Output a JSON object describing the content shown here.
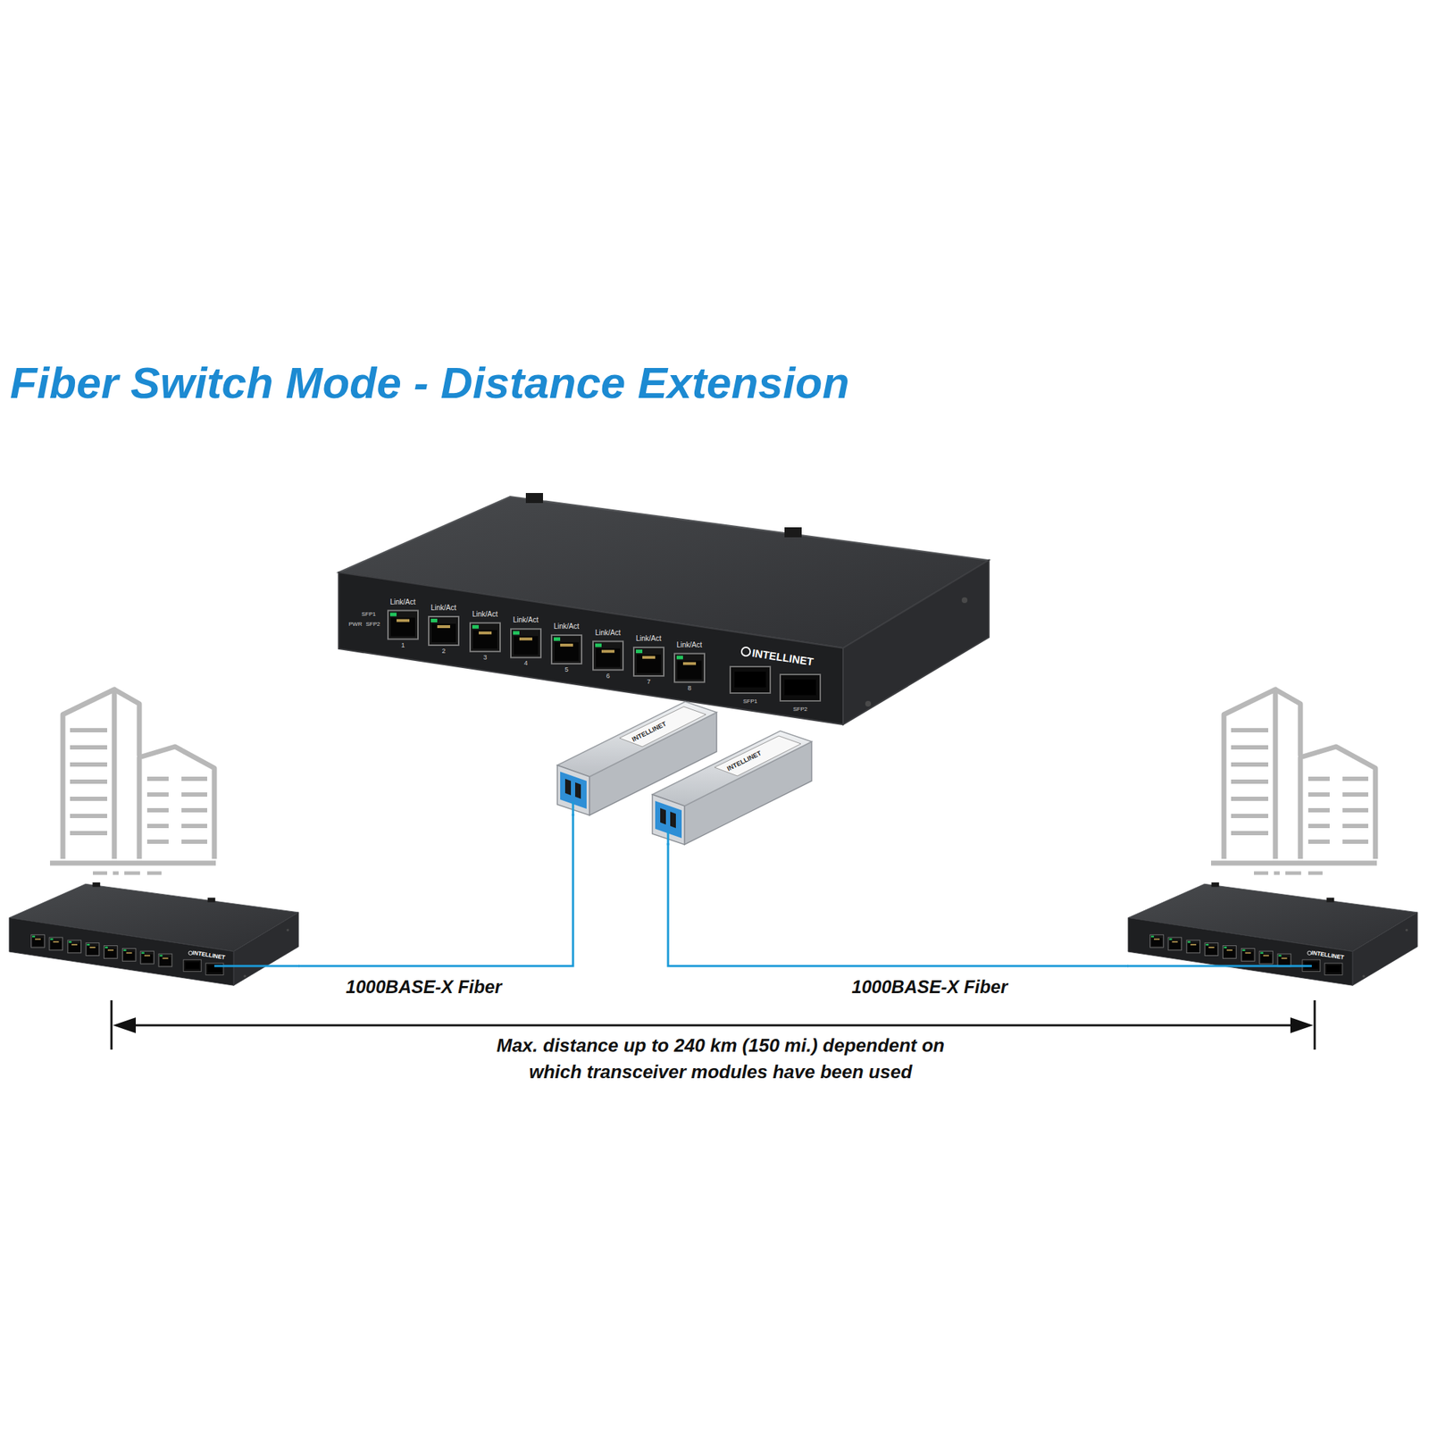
{
  "diagram": {
    "title": "Fiber Switch Mode - Distance Extension",
    "nodes": [
      {
        "text": [
          "SFP1",
          "PWR",
          "SFP2",
          "Link/Act",
          "Link/Act",
          "Link/Act",
          "Link/Act",
          "Link/Act",
          "Link/Act",
          "Link/Act",
          "Link/Act",
          "1",
          "2",
          "3",
          "4",
          "5",
          "6",
          "7",
          "8",
          "INTELLINET",
          "SFP1",
          "SFP2"
        ]
      },
      {
        "text": [
          "INTELLINET"
        ]
      },
      {
        "text": [
          "INTELLINET"
        ]
      },
      {
        "text": [
          "INTELLINET"
        ]
      },
      {
        "text": [
          "INTELLINET"
        ]
      }
    ],
    "edges": [
      {
        "from": 3,
        "to": 1,
        "label": "1000BASE-X Fiber",
        "arrow": "none"
      },
      {
        "from": 2,
        "to": 4,
        "label": "1000BASE-X Fiber",
        "arrow": "none"
      }
    ],
    "labels": [
      "Max. distance up to 240 km (150 mi.) dependent on which transceiver modules have been used"
    ]
  }
}
